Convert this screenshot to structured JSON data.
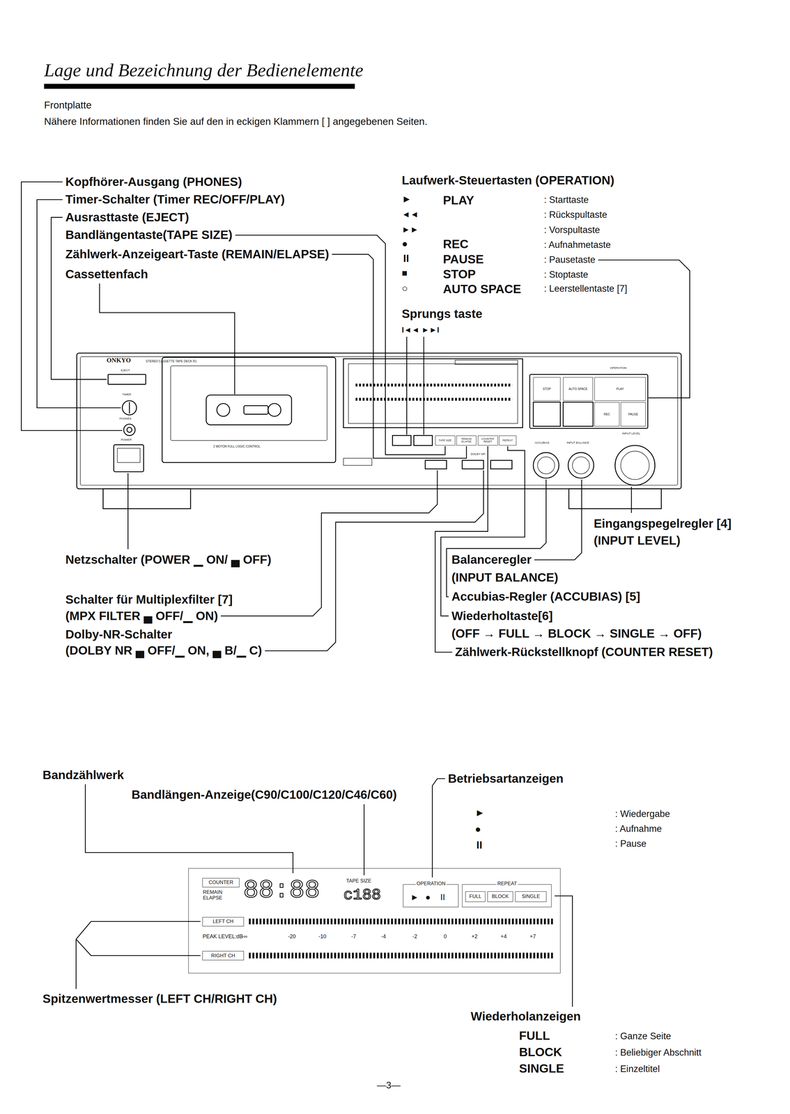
{
  "diagram": {
    "title": "Lage und Bezeichnung der Bedienelemente",
    "nodes": [
      {
        "text": [
          "STOP"
        ]
      },
      {
        "text": [
          "AUTO SPACE"
        ]
      },
      {
        "text": [
          "PLAY"
        ]
      },
      {
        "text": [
          "REC"
        ]
      },
      {
        "text": [
          "PAUSE"
        ]
      },
      {
        "text": [
          "TAPE SIZE"
        ]
      },
      {
        "text": [
          "REMAIN ELAPSE"
        ]
      },
      {
        "text": [
          "COUNTER RESET"
        ]
      },
      {
        "text": [
          "REPEAT"
        ]
      },
      {
        "text": [
          "REMAIN ELAPSE"
        ]
      },
      {
        "text": [
          "COUNTER"
        ],
        "in": 9
      },
      {
        "text": [
          "OPERATION",
          "►",
          "●",
          "II"
        ],
        "in": 9
      },
      {
        "text": [
          "REPEAT"
        ],
        "in": 9
      },
      {
        "text": [
          "FULL"
        ],
        "in": 12
      },
      {
        "text": [
          "BLOCK"
        ],
        "in": 12
      },
      {
        "text": [
          "SINGLE"
        ],
        "in": 12
      },
      {
        "text": [
          "LEFT CH"
        ],
        "in": 9
      },
      {
        "text": [
          "RIGHT CH"
        ],
        "in": 9
      }
    ],
    "labels": [
      "Frontplatte",
      "Nähere Informationen finden Sie auf den in eckigen Klammern [ ] angegebenen Seiten.",
      "Kopfhörer-Ausgang (PHONES)",
      "Timer-Schalter (Timer REC/OFF/PLAY)",
      "Ausrasttaste (EJECT)",
      "Bandlängentaste(TAPE SIZE)",
      "Zählwerk-Anzeigeart-Taste (REMAIN/ELAPSE)",
      "Cassettenfach",
      "Laufwerk-Steuertasten (OPERATION)",
      "►",
      "PLAY",
      ": Starttaste",
      "◄◄",
      ": Rückspultaste",
      "►►",
      ": Vorspultaste",
      "●",
      "REC",
      ": Aufnahmetaste",
      "II",
      "PAUSE",
      ": Pausetaste",
      "■",
      "STOP",
      ": Stoptaste",
      "○",
      "AUTO SPACE",
      ": Leerstellentaste [7]",
      "Sprungs taste",
      "I◄◄ ►►I",
      "ONKYO",
      "STEREO CASSETTE TAPE DECK R1",
      "EJECT",
      "TIMER",
      "PHONES",
      "POWER",
      "2 MOTOR FULL LOGIC CONTROL",
      "OPERATION",
      "ACCUBIAS",
      "INPUT BALANCE",
      "INPUT LEVEL",
      "DOLBY NR",
      "Netzschalter (POWER ▁ ON/ ▄ OFF)",
      "Schalter für Multiplexfilter [7]",
      "(MPX FILTER ▄ OFF/▁ ON)",
      "Dolby-NR-Schalter",
      "(DOLBY NR ▄ OFF/▁ ON, ▄ B/▁ C)",
      "Eingangspegelregler [4]",
      "(INPUT LEVEL)",
      "Balanceregler",
      "(INPUT BALANCE)",
      "Accubias-Regler (ACCUBIAS) [5]",
      "Wiederholtaste[6]",
      "(OFF → FULL → BLOCK → SINGLE → OFF)",
      "Zählwerk-Rückstellknopf (COUNTER RESET)",
      "Bandzählwerk",
      "Bandlängen-Anzeige(C90/C100/C120/C46/C60)",
      "Betriebsartanzeigen",
      "►",
      "●",
      "II",
      ": Wiedergabe",
      ": Aufnahme",
      ": Pause",
      "88:88",
      "TAPE SIZE",
      "c188",
      "PEAK LEVEL:dB",
      "-∞",
      "-20",
      "-10",
      "-7",
      "-4",
      "-2",
      "0",
      "+2",
      "+4",
      "+7",
      "Spitzenwertmesser (LEFT CH/RIGHT CH)",
      "Wiederholanzeigen",
      "FULL",
      "BLOCK",
      "SINGLE",
      ": Ganze Seite",
      ": Beliebiger Abschnitt",
      ": Einzeltitel",
      "—3—"
    ]
  }
}
